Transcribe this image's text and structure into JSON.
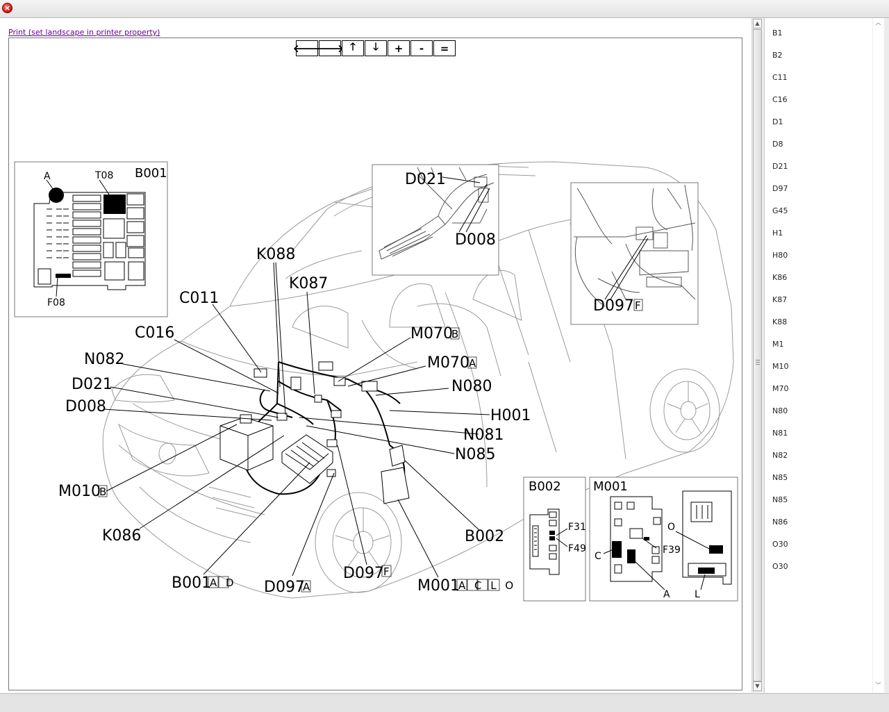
{
  "window": {
    "close_glyph": "×"
  },
  "print_link": "Print (set landscape in printer property)",
  "toolbar": [
    {
      "name": "pan-left-button",
      "icon": "arrow-left-icon",
      "glyph": "🡐"
    },
    {
      "name": "pan-right-button",
      "icon": "arrow-right-icon",
      "glyph": "🡒"
    },
    {
      "name": "pan-up-button",
      "icon": "arrow-up-icon",
      "glyph": "🡑"
    },
    {
      "name": "pan-down-button",
      "icon": "arrow-down-icon",
      "glyph": "🡓"
    },
    {
      "name": "zoom-in-button",
      "icon": "plus-icon",
      "glyph": "+"
    },
    {
      "name": "zoom-out-button",
      "icon": "minus-icon",
      "glyph": "-"
    },
    {
      "name": "reset-zoom-button",
      "icon": "equals-icon",
      "glyph": "="
    }
  ],
  "side_list": [
    "B1",
    "B2",
    "C11",
    "C16",
    "D1",
    "D8",
    "D21",
    "D97",
    "G45",
    "H1",
    "H80",
    "K86",
    "K87",
    "K88",
    "M1",
    "M10",
    "M70",
    "N80",
    "N81",
    "N82",
    "N85",
    "N85",
    "N86",
    "O30",
    "O30"
  ],
  "diagram": {
    "inset_b001": {
      "title": "B001",
      "label_a": "A",
      "label_t08": "T08",
      "label_f08": "F08"
    },
    "inset_d021": {
      "label_d021": "D021",
      "label_d008": "D008"
    },
    "inset_d097": {
      "label": "D097",
      "suffix": "F"
    },
    "inset_b002": {
      "title": "B002",
      "label_f31": "F31",
      "label_f49": "F49"
    },
    "inset_m001": {
      "title": "M001",
      "label_o": "O",
      "label_c": "C",
      "label_f39": "F39",
      "label_a": "A",
      "label_l": "L"
    },
    "callouts": {
      "k088": {
        "text": "K088",
        "suffix": ""
      },
      "k087": {
        "text": "K087",
        "suffix": ""
      },
      "c011": {
        "text": "C011",
        "suffix": ""
      },
      "c016": {
        "text": "C016",
        "suffix": ""
      },
      "n082": {
        "text": "N082",
        "suffix": ""
      },
      "d021": {
        "text": "D021",
        "suffix": ""
      },
      "d008": {
        "text": "D008",
        "suffix": ""
      },
      "m070b": {
        "text": "M070",
        "suffix": "B"
      },
      "m070a": {
        "text": "M070",
        "suffix": "A"
      },
      "n080": {
        "text": "N080",
        "suffix": ""
      },
      "h001": {
        "text": "H001",
        "suffix": ""
      },
      "n081": {
        "text": "N081",
        "suffix": ""
      },
      "n085": {
        "text": "N085",
        "suffix": ""
      },
      "m010b": {
        "text": "M010",
        "suffix": "B"
      },
      "k086": {
        "text": "K086",
        "suffix": ""
      },
      "b002": {
        "text": "B002",
        "suffix": ""
      },
      "b001ad": {
        "text": "B001",
        "suffix": "A D"
      },
      "d097a": {
        "text": "D097",
        "suffix": "A"
      },
      "d097f": {
        "text": "D097",
        "suffix": "F"
      },
      "m001aclo": {
        "text": "M001",
        "suffix": "A C L O"
      }
    }
  }
}
